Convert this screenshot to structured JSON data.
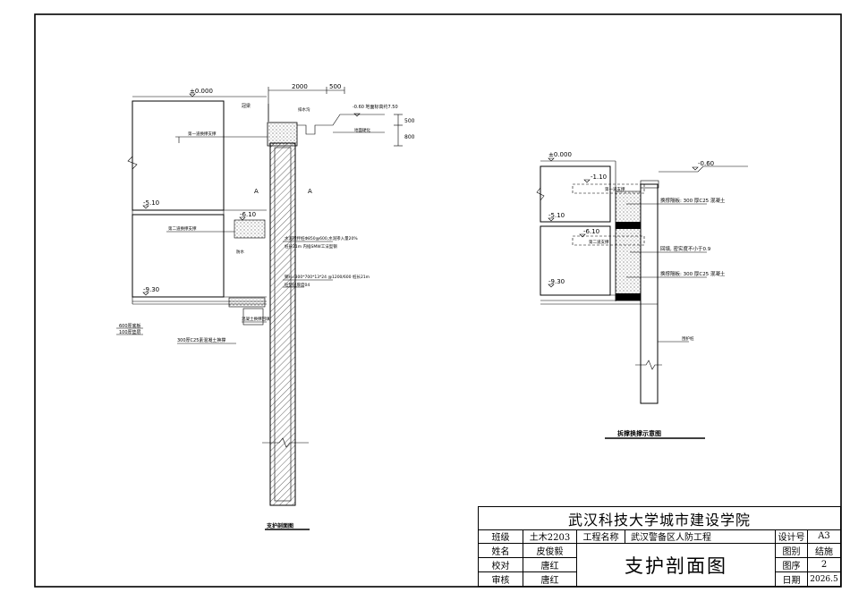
{
  "section_view": {
    "elev_0000": "±0.000",
    "elev_m510": "-5.10",
    "elev_m610": "-6.10",
    "elev_m930": "-9.30",
    "elev_m060": "-0.60 地面标高约7.50",
    "dim_2000": "2000",
    "dim_500": "500",
    "dim_500v": "500",
    "dim_800v": "800",
    "label_crown_beam": "冠梁",
    "label_first_slab": "第一道换撑支撑",
    "label_second_slab": "第二道换撑支撑",
    "label_drain": "排水沟",
    "label_ground": "地面硬化",
    "label_axis_a1": "A",
    "label_axis_a2": "A",
    "label_pile_1": "水泥搅拌桩Φ850@600,水泥掺入量20%",
    "label_pile_2": "桩长21m 内插SMW工法型钢",
    "label_steel": "钢H=300*700*13*24 @1200/600 桩长21m",
    "label_slab_thick": "砼垫层厚度04",
    "label_waterproof": "防水",
    "label_600": "600厚底板",
    "label_100": "100厚垫层",
    "label_300": "300厚C25素混凝土换撑",
    "label_fill": "混凝土换撑回填",
    "caption": "支护剖面图"
  },
  "detail_view": {
    "elev_0000": "±0.000",
    "elev_m060": "-0.60",
    "elev_m110": "-1.10",
    "elev_m510": "-5.10",
    "elev_m610": "-6.10",
    "elev_m930": "-9.30",
    "label_first": "第一道支撑",
    "label_second": "第二道支撑",
    "label_c25_top": "换撑隔板: 300 厚C25 混凝土",
    "label_fill": "回填, 密实度不小于0.9",
    "label_c25_bot": "换撑隔板: 300 厚C25 混凝土",
    "label_pile": "围护桩",
    "caption": "拆撑换撑示意图"
  },
  "title_block": {
    "school": "武汉科技大学城市建设学院",
    "class_label": "班级",
    "class_value": "土木2203",
    "project_label": "工程名称",
    "project_value": "武汉警备区人防工程",
    "design_no_label": "设计号",
    "design_no_value": "A3",
    "name_label": "姓名",
    "name_value": "皮俊毅",
    "category_label": "图别",
    "category_value": "结施",
    "check_label": "校对",
    "check_value": "唐红",
    "drawing_title": "支护剖面图",
    "order_label": "图序",
    "order_value": "2",
    "review_label": "审核",
    "review_value": "唐红",
    "date_label": "日期",
    "date_value": "2026.5"
  }
}
